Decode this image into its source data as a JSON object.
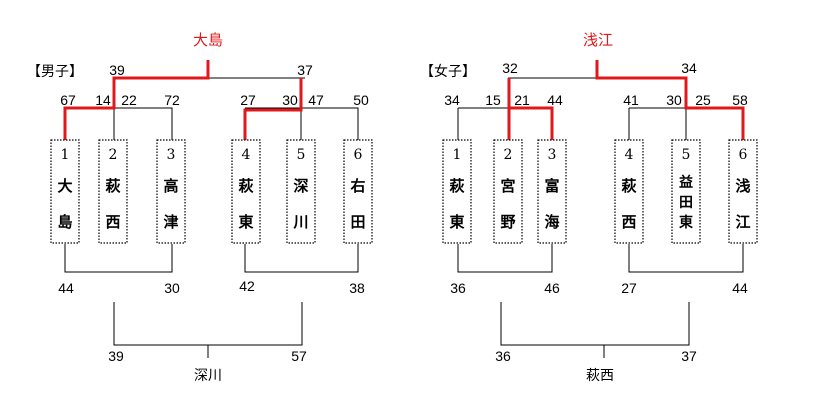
{
  "brackets": [
    {
      "header": "【男子】",
      "champion": "大島",
      "top_left_score": "39",
      "top_right_score": "37",
      "teams": [
        {
          "seed": "1",
          "name": [
            "大",
            "島"
          ]
        },
        {
          "seed": "2",
          "name": [
            "萩",
            "西"
          ]
        },
        {
          "seed": "3",
          "name": [
            "高",
            "津"
          ]
        },
        {
          "seed": "4",
          "name": [
            "萩",
            "東"
          ]
        },
        {
          "seed": "5",
          "name": [
            "深",
            "川"
          ]
        },
        {
          "seed": "6",
          "name": [
            "右",
            "田"
          ]
        }
      ],
      "upper_scores": [
        "67",
        "14",
        "22",
        "72",
        "27",
        "30",
        "47",
        "50"
      ],
      "lower_scores": [
        "44",
        "30",
        "42",
        "38"
      ],
      "consolation_scores": [
        "39",
        "57"
      ],
      "consolation_winner": "深川"
    },
    {
      "header": "【女子】",
      "champion": "浅江",
      "top_left_score": "32",
      "top_right_score": "34",
      "teams": [
        {
          "seed": "1",
          "name": [
            "萩",
            "東"
          ]
        },
        {
          "seed": "2",
          "name": [
            "宮",
            "野"
          ]
        },
        {
          "seed": "3",
          "name": [
            "富",
            "海"
          ]
        },
        {
          "seed": "4",
          "name": [
            "萩",
            "西"
          ]
        },
        {
          "seed": "5",
          "name": [
            "益",
            "田",
            "東"
          ]
        },
        {
          "seed": "6",
          "name": [
            "浅",
            "江"
          ]
        }
      ],
      "upper_scores": [
        "34",
        "15",
        "21",
        "44",
        "41",
        "30",
        "25",
        "58"
      ],
      "lower_scores": [
        "36",
        "46",
        "27",
        "44"
      ],
      "consolation_scores": [
        "36",
        "37"
      ],
      "consolation_winner": "萩西"
    }
  ]
}
